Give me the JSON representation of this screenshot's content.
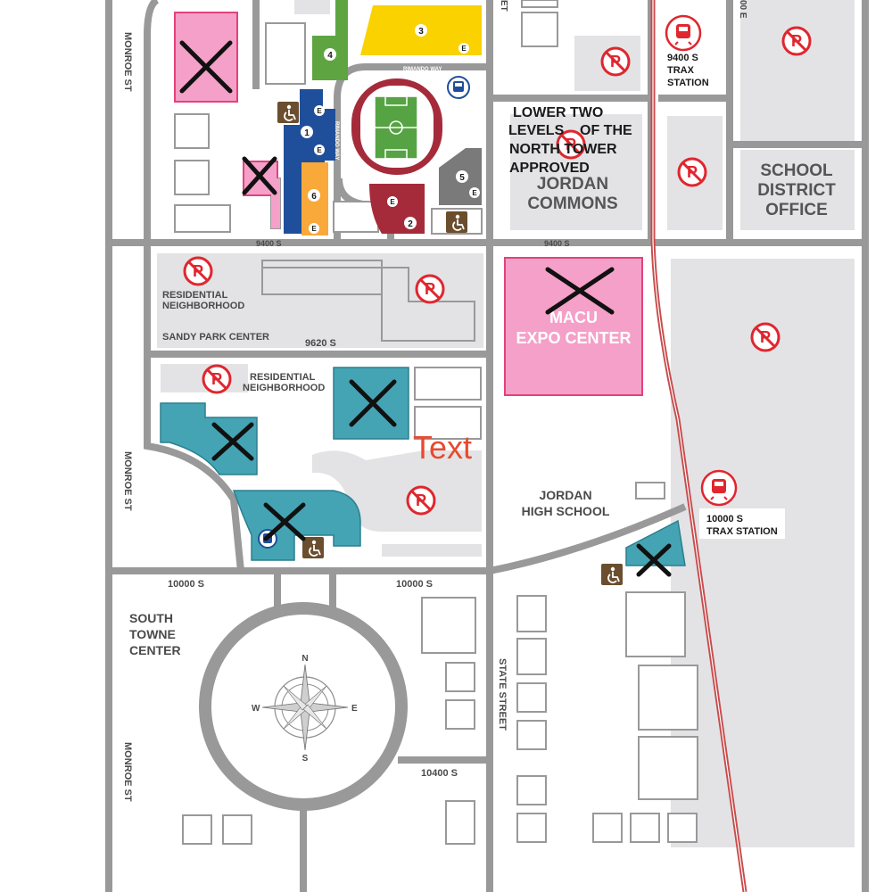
{
  "map": {
    "streets": {
      "monroe_top": "MONROE ST",
      "monroe_mid": "MONROE ST",
      "monroe_bot": "MONROE ST",
      "s9400_left": "9400 S",
      "s9400_right": "9400 S",
      "s9620": "9620 S",
      "s10000_left": "10000 S",
      "s10000_mid": "10000 S",
      "state_street": "STATE STREET",
      "s10400": "10400 S",
      "rimando_top": "RIMANDO WAY",
      "rimando_side": "RIMANDO WAY",
      "e_street_top": "00 E",
      "top_street_fragment": "ET"
    },
    "places": {
      "trax_9400": [
        "9400 S",
        "TRAX",
        "STATION"
      ],
      "trax_10000": [
        "10000 S",
        "TRAX STATION"
      ],
      "school_district": [
        "SCHOOL",
        "DISTRICT",
        "OFFICE"
      ],
      "jordan_commons": [
        "JORDAN",
        "COMMONS"
      ],
      "macu": [
        "MACU",
        "EXPO CENTER"
      ],
      "residential_1": [
        "RESIDENTIAL",
        "NEIGHBORHOOD"
      ],
      "residential_2": [
        "RESIDENTIAL",
        "NEIGHBORHOOD"
      ],
      "sandy_park": "SANDY PARK CENTER",
      "jordan_high": [
        "JORDAN",
        "HIGH SCHOOL"
      ],
      "south_towne": [
        "SOUTH",
        "TOWNE",
        "CENTER"
      ]
    },
    "annotation_note": [
      "LOWER TWO",
      "LEVELS    OF THE",
      "NORTH TOWER",
      "APPROVED"
    ],
    "annotation_text": "Text",
    "lot_numbers": [
      "1",
      "2",
      "3",
      "4",
      "5",
      "6"
    ],
    "entrance_marker": "E",
    "compass": {
      "n": "N",
      "s": "S",
      "e": "E",
      "w": "W"
    },
    "icons": [
      "no-parking-icon",
      "trax-train-icon",
      "bus-icon",
      "accessible-parking-icon",
      "compass-rose-icon",
      "x-mark-icon"
    ],
    "colors": {
      "road": "#999999",
      "block": "#e3e3e5",
      "pink_lot": "#f4a0c8",
      "teal_lot": "#44a4b4",
      "yellow_lot": "#f9d200",
      "green_lot": "#5ea542",
      "navy_lot": "#1f4f9a",
      "orange_lot": "#f8a93a",
      "maroon_lot": "#a52b3b",
      "no_parking_red": "#e0262e",
      "rail": "#c94b4b",
      "accessible_brown": "#6b4e2e"
    }
  }
}
